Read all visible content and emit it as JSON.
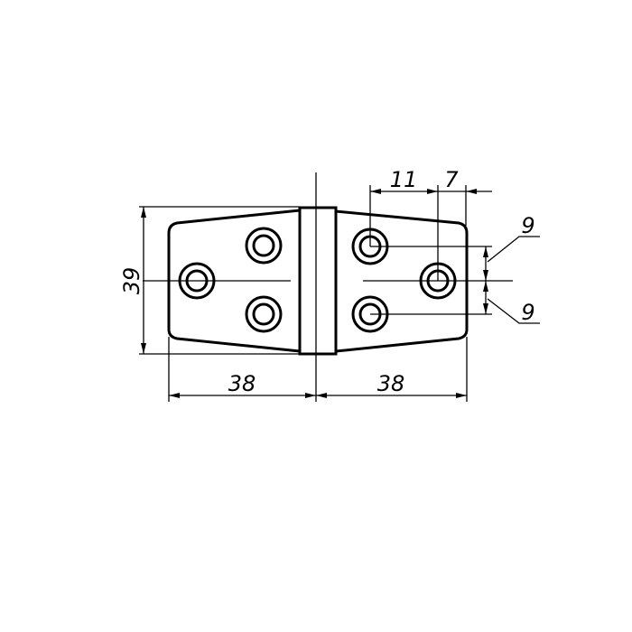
{
  "dimensions": {
    "height": "39",
    "left_width": "38",
    "right_width": "38",
    "hole_offset_x": "11",
    "edge_offset_x": "7",
    "upper_hole_offset_y": "9",
    "lower_hole_offset_y": "9"
  },
  "colors": {
    "line": "#000000",
    "background": "#ffffff"
  }
}
